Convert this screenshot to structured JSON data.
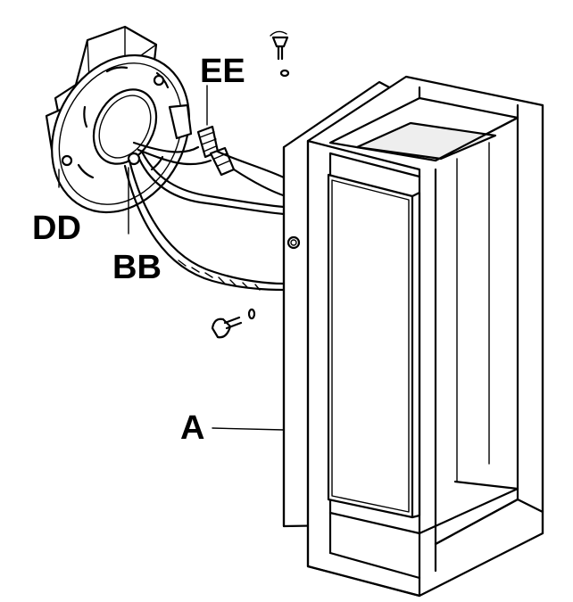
{
  "labels": {
    "ee": "EE",
    "dd": "DD",
    "bb": "BB",
    "a": "A"
  }
}
